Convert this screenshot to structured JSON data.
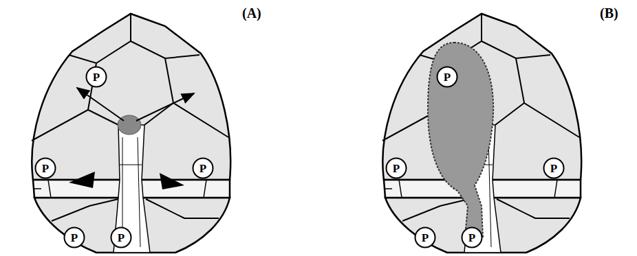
{
  "diagram": {
    "nodes": [
      {
        "text": [
          "P"
        ]
      },
      {
        "text": [
          "P"
        ]
      },
      {
        "text": [
          "P"
        ]
      },
      {
        "text": [
          "P"
        ]
      },
      {
        "text": [
          "P"
        ]
      },
      {
        "text": [
          "P"
        ]
      },
      {
        "text": [
          "P"
        ]
      },
      {
        "text": [
          "P"
        ]
      },
      {
        "text": [
          "P"
        ]
      },
      {
        "text": [
          "P"
        ]
      }
    ],
    "labels": [
      "(A)",
      "(B)"
    ]
  }
}
